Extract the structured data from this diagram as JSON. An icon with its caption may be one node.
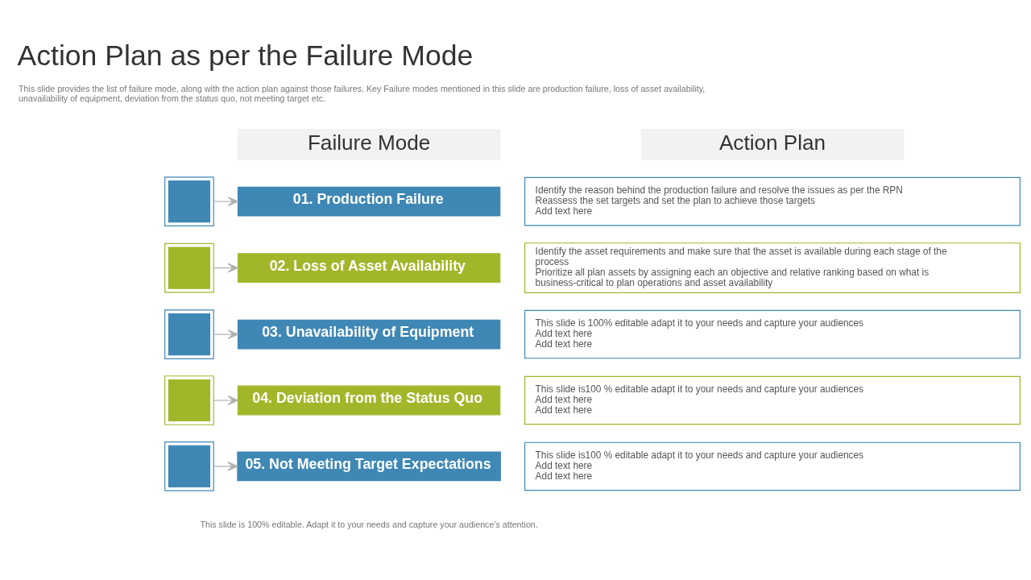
{
  "diagram": {
    "title": "Action Plan as per the Failure Mode",
    "caption": "This slide is 100% editable. Adapt it to your needs and capture your audience’s attention.",
    "nodes": [
      {
        "text": [
          "Failure Mode"
        ]
      },
      {
        "text": [
          "Action Plan"
        ]
      },
      {
        "text": [],
        "shape": "box"
      },
      {
        "text": [
          "01. Production Failure"
        ]
      },
      {
        "text": [
          "Identify the reason behind the production failure and resolve the issues as per the RPN",
          "Reassess the set targets and set the plan to achieve those targets",
          "Add text here"
        ]
      },
      {
        "text": [],
        "shape": "box"
      },
      {
        "text": [
          "02. Loss of Asset Availability"
        ]
      },
      {
        "text": [
          "Identify the asset requirements and make sure that the asset is available during each stage of the process",
          "Prioritize all plan assets by assigning each an objective and relative ranking based on what is business-critical to plan operations and asset availability"
        ]
      },
      {
        "text": [],
        "shape": "box"
      },
      {
        "text": [
          "03. Unavailability of Equipment"
        ]
      },
      {
        "text": [
          "This slide is 100% editable adapt it to your needs and capture your audiences",
          "Add text here",
          "Add text here"
        ]
      },
      {
        "text": [],
        "shape": "box"
      },
      {
        "text": [
          "04. Deviation from the Status Quo"
        ]
      },
      {
        "text": [
          "This slide is100 % editable adapt it to your needs and capture your audiences",
          "Add text here",
          "Add text here"
        ]
      },
      {
        "text": [],
        "shape": "box"
      },
      {
        "text": [
          "05. Not Meeting Target Expectations"
        ]
      },
      {
        "text": [
          "This slide is100 % editable adapt it to your needs and capture your audiences",
          "Add text here",
          "Add text here"
        ]
      }
    ],
    "edges": [
      {
        "from": 2,
        "to": 3,
        "arrow": "to"
      },
      {
        "from": 5,
        "to": 6,
        "arrow": "to"
      },
      {
        "from": 8,
        "to": 9,
        "arrow": "to"
      },
      {
        "from": 11,
        "to": 12,
        "arrow": "to"
      },
      {
        "from": 14,
        "to": 15,
        "arrow": "to"
      }
    ],
    "labels": [
      "This slide provides the list of failure mode, along with the action plan against those failures. Key Failure modes mentioned in this slide are production failure, loss of asset availability, unavailability of equipment, deviation from the status quo, not meeting target etc."
    ]
  }
}
